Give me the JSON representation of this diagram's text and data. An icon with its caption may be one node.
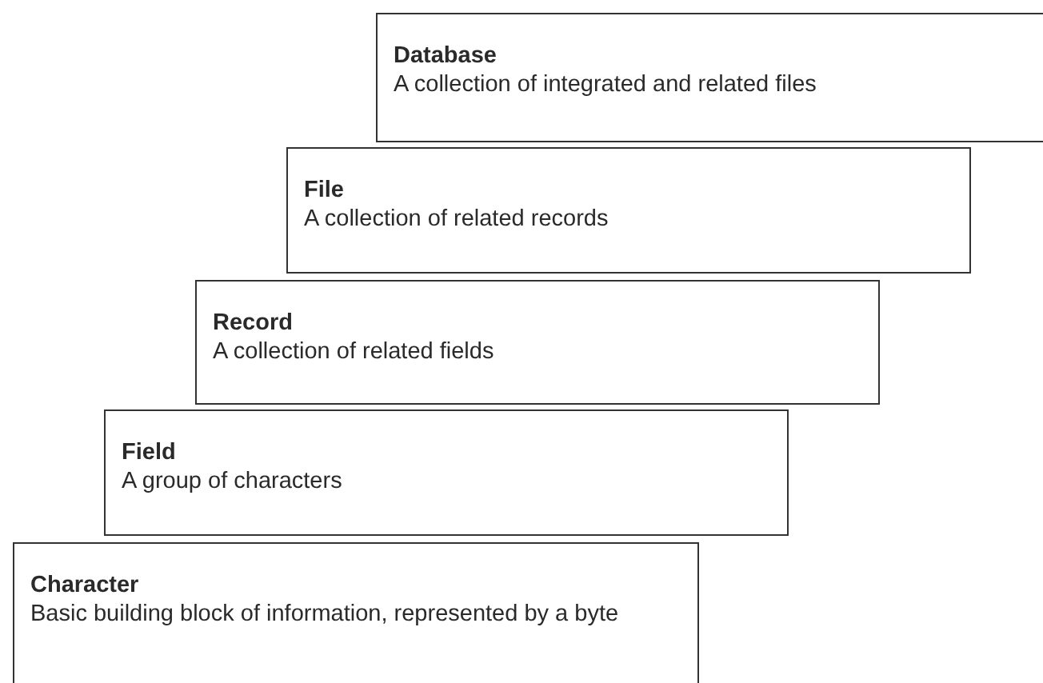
{
  "diagram": {
    "nodes": [
      {
        "text": [
          "Database",
          "A collection of integrated and related files"
        ]
      },
      {
        "text": [
          "File",
          "A collection of related records"
        ]
      },
      {
        "text": [
          "Record",
          "A collection of related fields"
        ]
      },
      {
        "text": [
          "Field",
          "A group of characters"
        ]
      },
      {
        "text": [
          "Character",
          "Basic building block of information, represented by a byte"
        ]
      }
    ]
  }
}
